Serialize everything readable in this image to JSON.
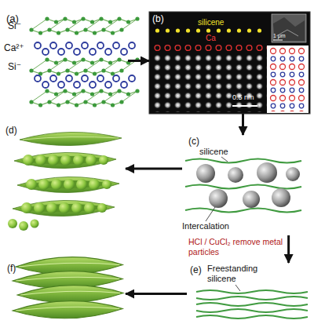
{
  "diagram": {
    "nodes": [
      {
        "text": [
          "(a)",
          "Si⁻",
          "Ca²⁺",
          "Si⁻"
        ]
      },
      {
        "text": [
          "(b)",
          "silicene",
          "1 μm",
          "Ca",
          "0.5 nm"
        ]
      },
      {
        "text": [
          "(c)",
          "silicene",
          "Intercalation"
        ]
      },
      {
        "text": [
          "(d)"
        ]
      },
      {
        "text": [
          "(e)",
          "Freestanding silicene"
        ]
      },
      {
        "text": [
          "(f)"
        ]
      }
    ],
    "edges": [
      {
        "from": 0,
        "to": 1,
        "arrow": "to"
      },
      {
        "from": 1,
        "to": 2,
        "arrow": "to"
      },
      {
        "from": 2,
        "to": 3,
        "arrow": "to"
      },
      {
        "from": 2,
        "to": 4,
        "label": "HCl / CuCl₂ remove metal particles",
        "arrow": "to"
      },
      {
        "from": 4,
        "to": 5,
        "arrow": "to"
      }
    ]
  }
}
